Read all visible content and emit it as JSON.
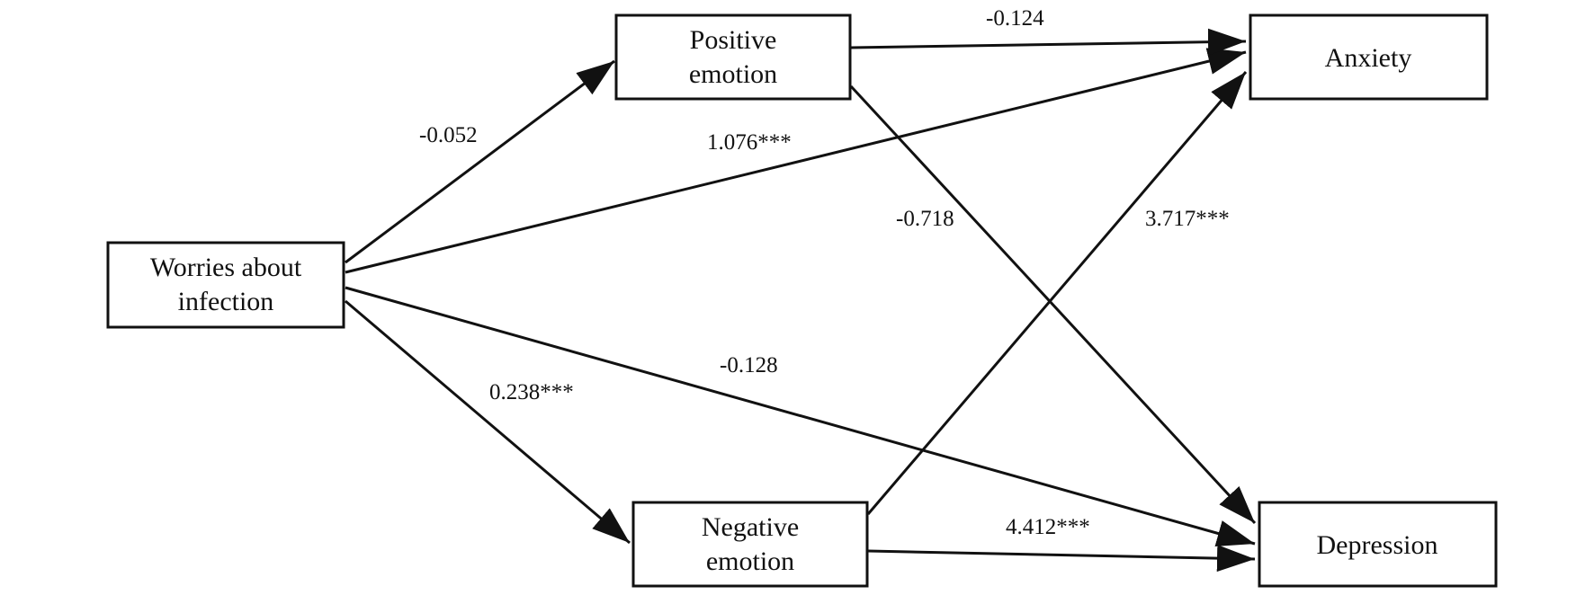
{
  "nodes": {
    "worries": {
      "line1": "Worries about",
      "line2": "infection"
    },
    "positive": {
      "line1": "Positive",
      "line2": "emotion"
    },
    "negative": {
      "line1": "Negative",
      "line2": "emotion"
    },
    "anxiety": {
      "label": "Anxiety"
    },
    "depression": {
      "label": "Depression"
    }
  },
  "edges": {
    "worries_positive": "-0.052",
    "worries_negative": "0.238***",
    "worries_anxiety": "1.076***",
    "worries_depression": "-0.128",
    "positive_anxiety": "-0.124",
    "positive_depression": "-0.718",
    "negative_anxiety": "3.717***",
    "negative_depression": "4.412***"
  }
}
